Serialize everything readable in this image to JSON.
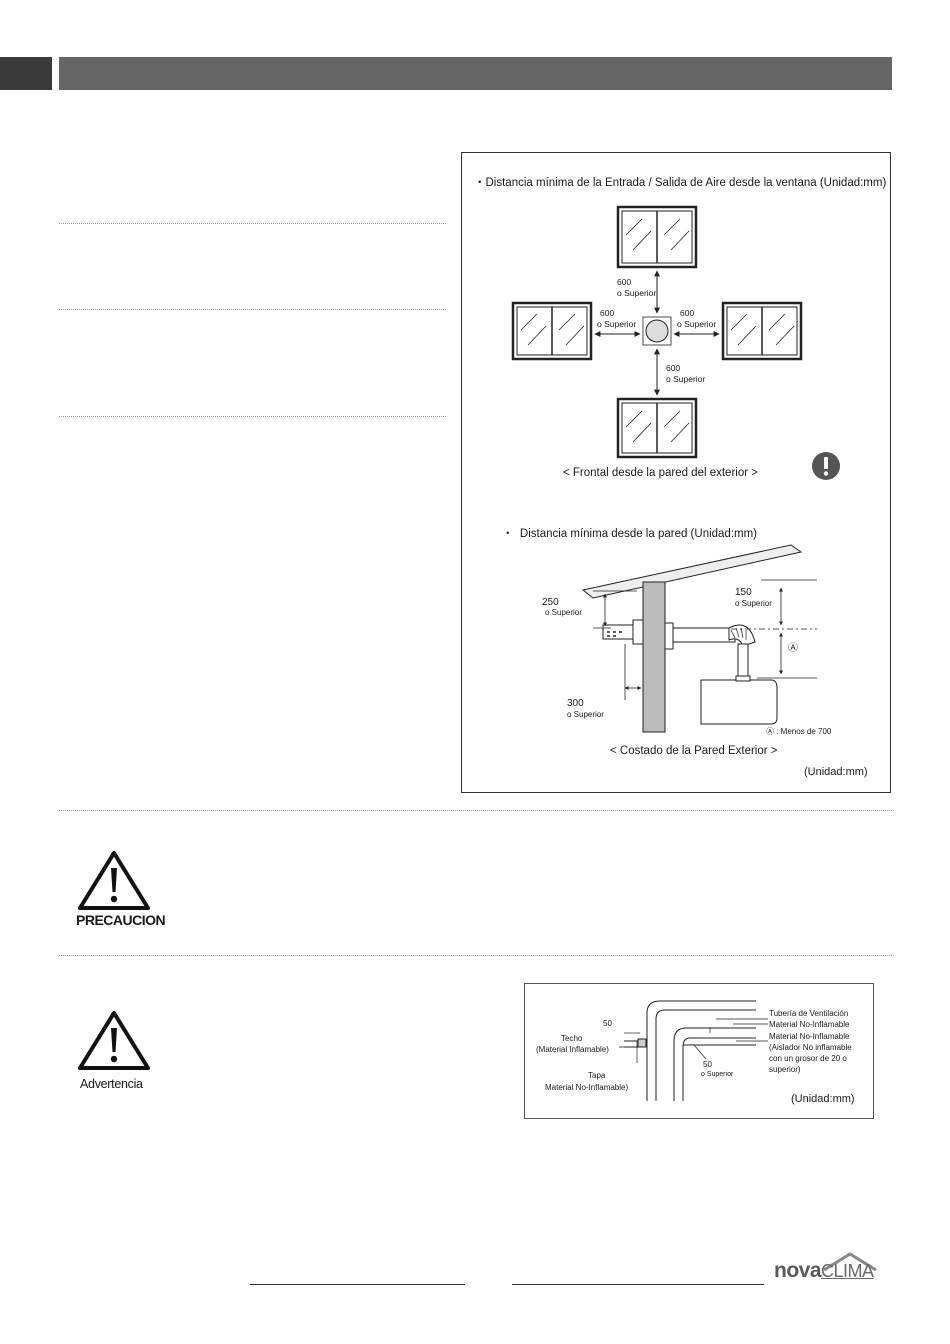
{
  "diagram_windows": {
    "title": "Distancia mínima de la Entrada / Salida de Aire desde la ventana (Unidad:mm)",
    "top_value": "600",
    "top_sub": "o Superior",
    "left_value": "600",
    "left_sub": "o Superior",
    "right_value": "600",
    "right_sub": "o Superior",
    "bottom_value": "600",
    "bottom_sub": "o Superior",
    "caption": "< Frontal desde la pared del exterior >"
  },
  "diagram_wall": {
    "title": "Distancia mínima desde la pared (Unidad:mm)",
    "d250": "250",
    "d250_sub": "o Superior",
    "d150": "150",
    "d150_sub": "o Superior",
    "d300": "300",
    "d300_sub": "o Superior",
    "marker": "Ⓐ",
    "legend": "Ⓐ :   Menos de 700",
    "caption": "< Costado de la Pared Exterior >",
    "unit": "(Unidad:mm)"
  },
  "caution": {
    "label": "PRECAUCION"
  },
  "warning": {
    "label": "Advertencia"
  },
  "diagram_ceiling": {
    "d50a": "50",
    "techo": "Techo",
    "techo_sub": "(Material Inflamable)",
    "tapa": "Tapa",
    "tapa_sub": "Material No-Inflamable)",
    "d50b": "50",
    "d50b_sub": "o Superior",
    "pipe": "Tubería de Ventilación",
    "mat1": "Material No-Inflamable",
    "mat2": "Material No-Inflamable",
    "mat3": "(Aislador No inflamable",
    "mat4": "con un grosor de 20 o",
    "mat5": "superior)",
    "unit": "(Unidad:mm)"
  },
  "logo": {
    "part1": "nova",
    "part2": "CLIMA"
  }
}
